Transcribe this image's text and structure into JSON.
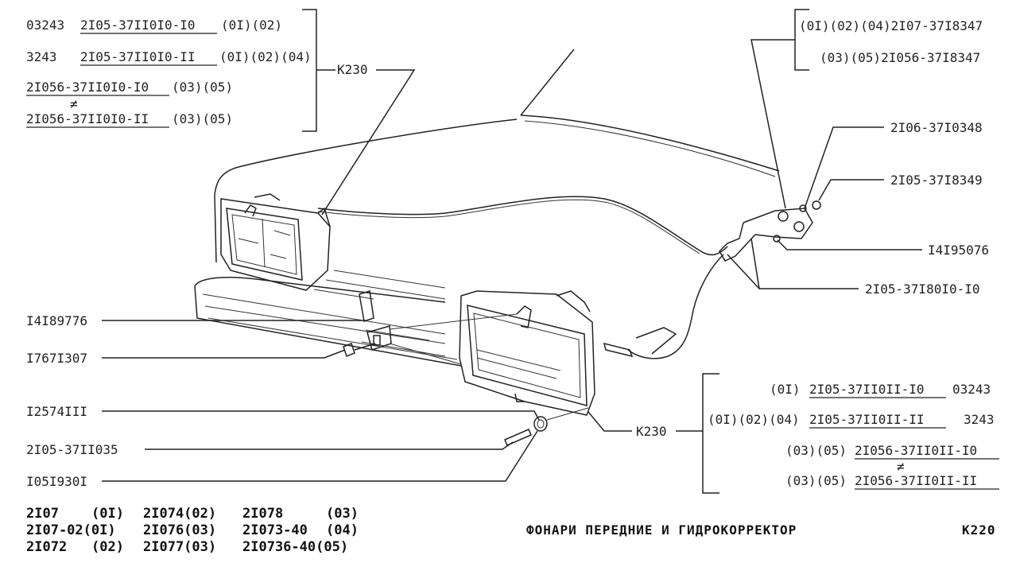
{
  "top_left_group": {
    "rows": [
      {
        "left": "03243",
        "part": "2I05-37II0I0-I0",
        "suffix": "(0I)(02)"
      },
      {
        "left": "3243",
        "part": "2I05-37II0I0-II",
        "suffix": "(0I)(02)(04)"
      },
      {
        "left": "",
        "part": "2I056-37II0I0-I0",
        "suffix": "(03)(05)"
      },
      {
        "left": "",
        "part": "2I056-37II0I0-II",
        "suffix": "(03)(05)"
      }
    ],
    "neq_mark": "≠",
    "ref": "К230"
  },
  "top_right_group": {
    "rows": [
      "(0I)(02)(04)2I07-37I8347",
      "(03)(05)2I056-37I8347"
    ]
  },
  "right_labels": [
    "2I06-37I0348",
    "2I05-37I8349",
    "I4I95076",
    "2I05-37I80I0-I0"
  ],
  "left_labels": [
    "I4I89776",
    "I767I307",
    "I2574III",
    "2I05-37II035",
    "I05I930I"
  ],
  "bottom_right_group": {
    "rows": [
      {
        "prefix": "(0I)",
        "part": "2I05-37II0II-I0",
        "suffix": "03243"
      },
      {
        "prefix": "(0I)(02)(04)",
        "part": "2I05-37II0II-II",
        "suffix": "3243"
      },
      {
        "prefix": "(03)(05)",
        "part": "2I056-37II0II-I0",
        "suffix": ""
      },
      {
        "prefix": "(03)(05)",
        "part": "2I056-37II0II-II",
        "suffix": ""
      }
    ],
    "neq_mark": "≠",
    "ref": "К230"
  },
  "models": [
    [
      "2I07",
      "(0I)",
      "2I074(02)",
      "2I078",
      "(03)"
    ],
    [
      "2I07-02(0I)",
      "",
      "2I076(03)",
      "2I073-40",
      "(04)"
    ],
    [
      "2I072",
      "(02)",
      "2I077(03)",
      "2I0736-40(05)",
      ""
    ]
  ],
  "page_title": "ФОНАРИ  ПЕРЕДНИЕ  И  ГИДРОКОРРЕКТОР",
  "page_code": "К220"
}
